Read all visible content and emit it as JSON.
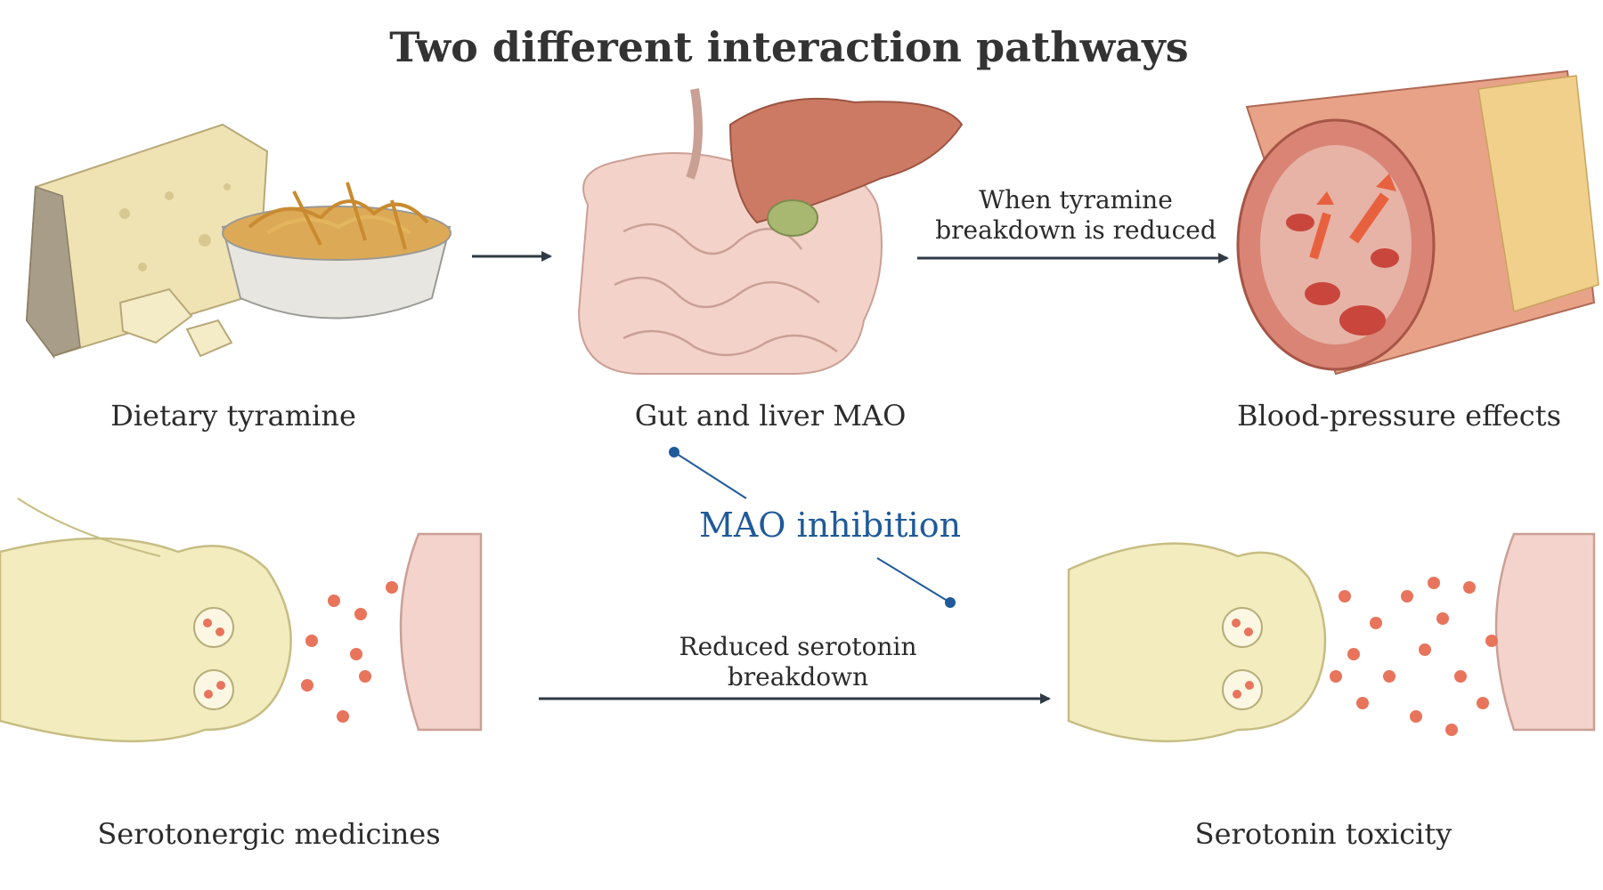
{
  "title": "Two different interaction pathways",
  "nodes": {
    "tyramine": "Dietary tyramine",
    "gut_liver": "Gut and liver MAO",
    "blood_pressure": "Blood-pressure effects",
    "serotonergic": "Serotonergic medicines",
    "toxicity": "Serotonin toxicity"
  },
  "edges": {
    "top_line1": "When tyramine",
    "top_line2": "breakdown is reduced",
    "bottom_line1": "Reduced serotonin",
    "bottom_line2": "breakdown"
  },
  "center_label": "MAO inhibition",
  "colors": {
    "accent": "#1f5a9a",
    "arrow": "#2f3a44",
    "neuron": "#f2ecbf",
    "membrane": "#f3d3cc",
    "molecule": "#e8745c"
  }
}
